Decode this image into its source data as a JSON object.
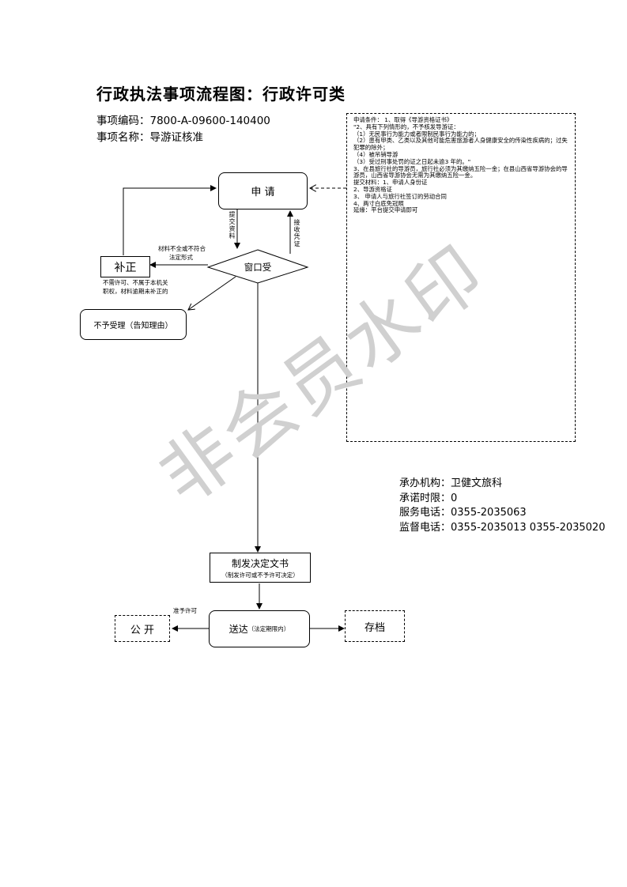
{
  "title": "行政执法事项流程图：行政许可类",
  "item_code": "事项编码：7800-A-09600-140400",
  "item_name": "事项名称：导游证核准",
  "nodes": {
    "apply": "申 请",
    "window": "窗口受",
    "correction": "补正",
    "reject": "不予受理（告知理由）",
    "decision_main": "制发决定文书",
    "decision_sub": "（制发许可或不予许可决定）",
    "deliver_main": "送达",
    "deliver_sub": "（法定期限内）",
    "publish": "公 开",
    "archive": "存档"
  },
  "edge_labels": {
    "submit": "提交资料",
    "receipt": "接收凭证",
    "incomplete_line1": "材料不全或不符合",
    "incomplete_line2": "法定形式",
    "reject_line1": "不需许可、不属于本机关",
    "reject_line2": "职权，材料逾期未补正的",
    "grant": "准予许可"
  },
  "conditions": [
    "申请条件： 1、取得《导游资格证书》",
    "\"2、具有下列情形的，不予核发导游证：",
    "（1）无民事行为能力或者限制民事行为能力的；",
    "（2）患有甲类、乙类以及其他可能危害旅游者人身健康安全的传染性疾病的；过失犯罪的除外；",
    "（4）被吊销导游",
    "（3）受过刑事处罚的证之日起未逾3 年的。\"",
    "3、在县旅行社的导游员，旅行社必须为其缴纳五险一金；在县山西省导游协会的导游员，山西省导游协会无需为其缴纳五险一金。",
    "提交材料：1、申请人身份证",
    "2、导游资格证",
    "3、 申请人与旅行社签订的劳动合同",
    "4、两寸白底免冠照",
    "延缘：平台提交申请即可"
  ],
  "contact": {
    "org": "承办机构：卫健文旅科",
    "limit": "承诺时限：0",
    "service": "服务电话：0355-2035063",
    "supervise": "监督电话：0355-2035013    0355-2035020"
  },
  "watermark": "非会员水印"
}
